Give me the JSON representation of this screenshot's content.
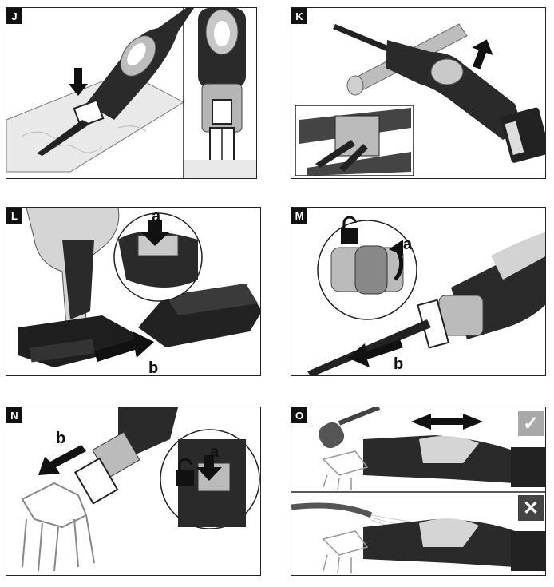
{
  "panels": [
    {
      "id": "J"
    },
    {
      "id": "K"
    },
    {
      "id": "L",
      "labels": {
        "a": "a",
        "b": "b"
      }
    },
    {
      "id": "M",
      "labels": {
        "a": "a",
        "b": "b"
      }
    },
    {
      "id": "N",
      "labels": {
        "a": "a",
        "b": "b"
      }
    },
    {
      "id": "O",
      "badges": {
        "ok": "✓",
        "bad": "✕"
      }
    }
  ]
}
